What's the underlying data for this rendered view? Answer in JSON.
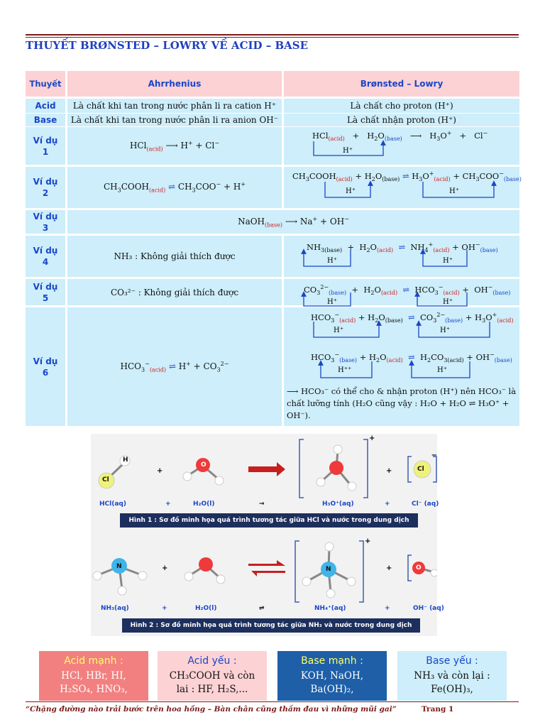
{
  "title": "THUYẾT BRØNSTED – LOWRY VỀ ACID – BASE",
  "table": {
    "headers": [
      "Thuyết",
      "Ahrrhenius",
      "Brønsted – Lowry"
    ],
    "acid_row": {
      "label": "Acid",
      "arrhenius": "Là chất khi tan trong nước phân li ra cation H⁺",
      "bronsted": "Là chất cho proton (H⁺)"
    },
    "base_row": {
      "label": "Base",
      "arrhenius": "Là chất khi tan trong nước phân li ra anion OH⁻",
      "bronsted": "Là chất nhận proton (H⁺)"
    },
    "vidu_labels": [
      "Ví dụ 1",
      "Ví dụ 2",
      "Ví dụ 3",
      "Ví dụ 4",
      "Ví dụ 5",
      "Ví dụ 6"
    ],
    "arrhenius_examples": [
      "NH₃ : Không giải thích được",
      "CO₃²⁻ : Không giải thích được"
    ],
    "hplus": "H⁺",
    "hplus_double": "H⁺⁺",
    "conclusion": "⟶ HCO₃⁻ có thể cho & nhận proton (H⁺) nên HCO₃⁻ là chất lưỡng tính (H₂O cũng vậy : H₂O + H₂O ⇌ H₃O⁺ + OH⁻)."
  },
  "figures": {
    "cap1": "Hình 1 : Sơ đồ minh họa quá trình tương tác giữa HCl và nước trong dung dịch",
    "cap2": "Hình 2 : Sơ đồ minh họa quá trình tương tác giữa NH₃ và nước trong dung dịch",
    "row1": [
      "HCl(aq)",
      "+",
      "H₂O(l)",
      "→",
      "H₃O⁺(aq)",
      "+",
      "Cl⁻ (aq)"
    ],
    "row2": [
      "NH₃(aq)",
      "+",
      "H₂O(l)",
      "⇌",
      "NH₄⁺(aq)",
      "+",
      "OH⁻ (aq)"
    ],
    "atoms": {
      "H": "H",
      "O": "O",
      "Cl": "Cl",
      "N": "N"
    }
  },
  "boxes": [
    {
      "title": "Acid mạnh :",
      "line1": "HCl, HBr, HI,",
      "line2": "H₂SO₄, HNO₃,",
      "bg": "#f28080",
      "title_color": "#ffff66",
      "text_color": "#ffffff"
    },
    {
      "title": "Acid yếu :",
      "line1": "CH₃COOH và còn",
      "line2": "lai : HF, H₂S,...",
      "bg": "#fcd2d4",
      "title_color": "#1a46c8",
      "text_color": "#111111"
    },
    {
      "title": "Base mạnh :",
      "line1": "KOH, NaOH,",
      "line2": "Ba(OH)₂,",
      "bg": "#1e5fa8",
      "title_color": "#ffff66",
      "text_color": "#ffffff"
    },
    {
      "title": "Base yếu :",
      "line1": "NH₃ và còn lại :",
      "line2": "Fe(OH)₃,",
      "bg": "#cdeefa",
      "title_color": "#1a46c8",
      "text_color": "#111111"
    }
  ],
  "footer": {
    "quote": "“Chặng đường nào trải bước trên hoa hồng – Bàn chân cũng thấm đau vì những mũi gai”",
    "page": "Trang 1"
  }
}
